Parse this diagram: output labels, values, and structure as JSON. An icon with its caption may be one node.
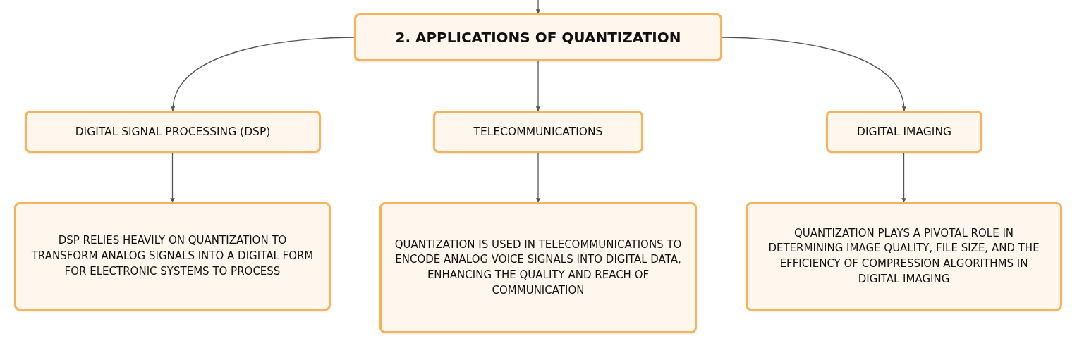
{
  "diagram": {
    "nodes": [
      {
        "text": [
          "2. APPLICATIONS OF QUANTIZATION"
        ]
      },
      {
        "text": [
          "DIGITAL SIGNAL PROCESSING (DSP)"
        ]
      },
      {
        "text": [
          "TELECOMMUNICATIONS"
        ]
      },
      {
        "text": [
          "DIGITAL IMAGING"
        ]
      },
      {
        "text": [
          "DSP RELIES HEAVILY ON QUANTIZATION TO TRANSFORM ANALOG SIGNALS INTO A DIGITAL FORM FOR ELECTRONIC SYSTEMS TO PROCESS"
        ]
      },
      {
        "text": [
          "QUANTIZATION IS USED IN TELECOMMUNICATIONS TO ENCODE ANALOG VOICE SIGNALS INTO DIGITAL DATA, ENHANCING THE QUALITY AND REACH OF COMMUNICATION"
        ]
      },
      {
        "text": [
          "QUANTIZATION PLAYS A PIVOTAL ROLE IN DETERMINING IMAGE QUALITY, FILE SIZE, AND THE EFFICIENCY OF COMPRESSION ALGORITHMS IN DIGITAL IMAGING"
        ]
      }
    ],
    "edges": [
      {
        "from": null,
        "to": 0,
        "arrow": "to"
      },
      {
        "from": 0,
        "to": 1,
        "arrow": "to"
      },
      {
        "from": 0,
        "to": 2,
        "arrow": "to"
      },
      {
        "from": 0,
        "to": 3,
        "arrow": "to"
      },
      {
        "from": 1,
        "to": 4,
        "arrow": "to"
      },
      {
        "from": 2,
        "to": 5,
        "arrow": "to"
      },
      {
        "from": 3,
        "to": 6,
        "arrow": "to"
      }
    ]
  }
}
